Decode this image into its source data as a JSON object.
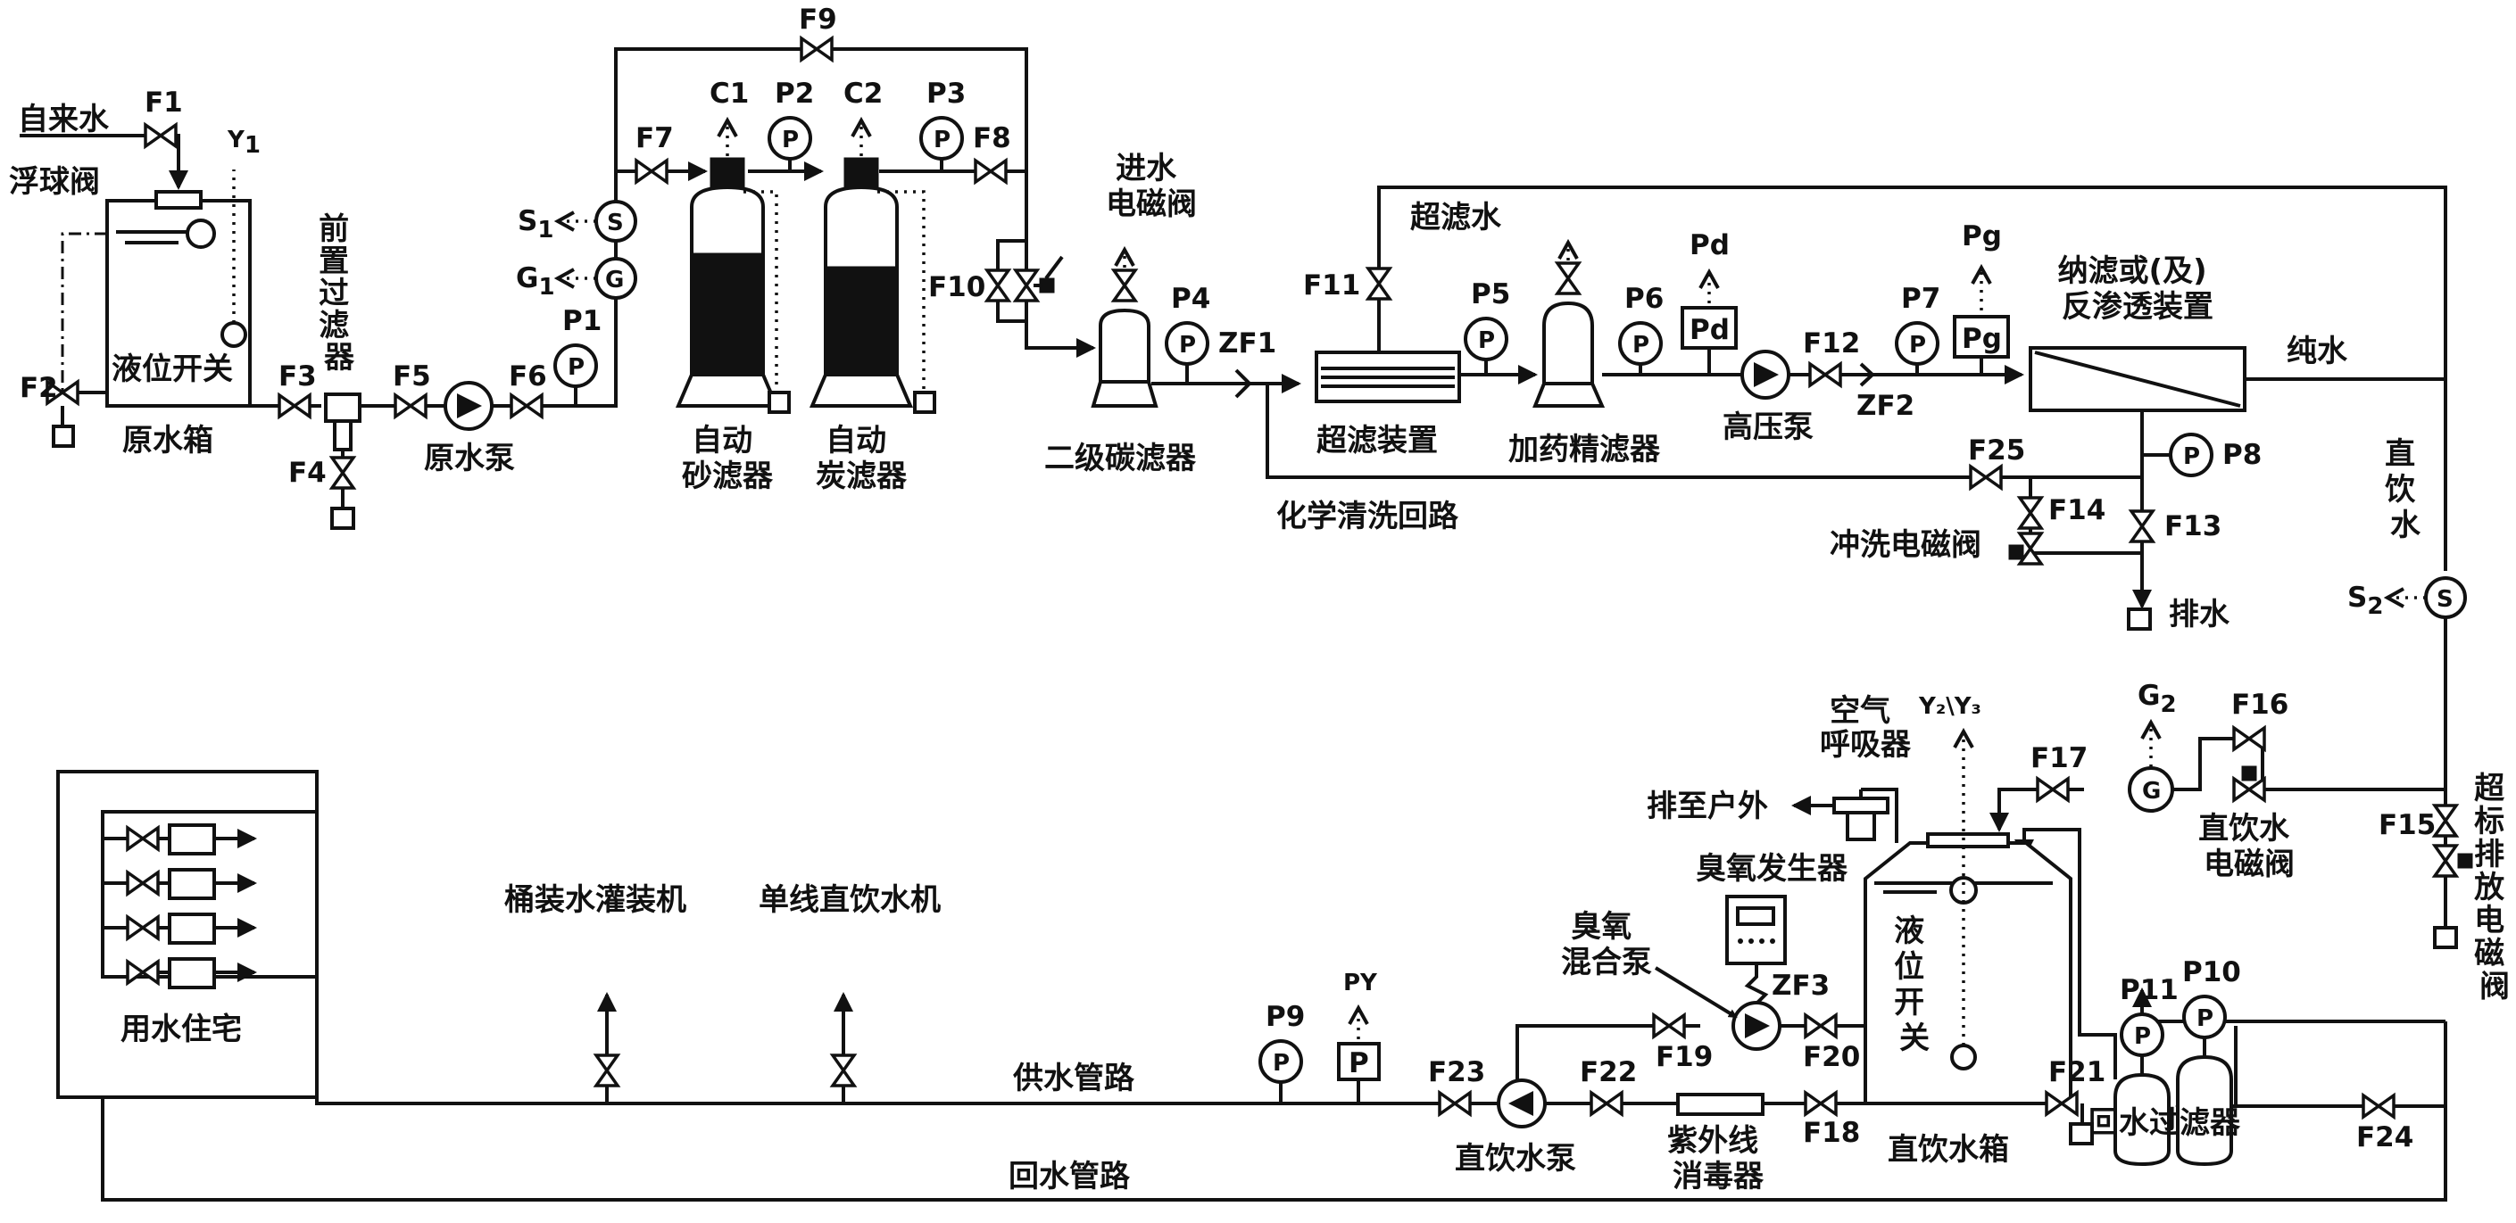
{
  "pretreatment": {
    "tap_water": "自来水",
    "float_valve": "浮球阀",
    "level_switch": "液位开关",
    "raw_tank": "原水箱",
    "prefilter": [
      "前",
      "置",
      "过",
      "滤",
      "器"
    ],
    "raw_pump": "原水泵",
    "sand_filter": [
      "自动",
      "砂滤器"
    ],
    "carbon_filter": [
      "自动",
      "炭滤器"
    ],
    "inlet_solenoid": [
      "进水",
      "电磁阀"
    ],
    "secondary_carbon": "二级碳滤器"
  },
  "membrane": {
    "uf_water": "超滤水",
    "uf_unit": "超滤装置",
    "dosing_filter": "加药精滤器",
    "hp_pump": "高压泵",
    "nf_ro": [
      "纳滤或(及)",
      "反渗透装置"
    ],
    "pure_water": "纯水",
    "chem_clean": "化学清洗回路",
    "flush_solenoid": "冲洗电磁阀",
    "drain": "排水",
    "direct_water": [
      "直",
      "饮",
      "水"
    ]
  },
  "distribution": {
    "overlimit_solenoid": [
      "超",
      "标",
      "排",
      "放",
      "电",
      "磁",
      "阀"
    ],
    "direct_solenoid": [
      "直饮水",
      "电磁阀"
    ],
    "air_breather": [
      "空气",
      "呼吸器"
    ],
    "vent_outside": "排至户外",
    "ozone_gen": "臭氧发生器",
    "ozone_pump": [
      "臭氧",
      "混合泵"
    ],
    "tank_switch": [
      "液",
      "位",
      "开",
      "关"
    ],
    "direct_tank": "直饮水箱",
    "return_filter": "回水过滤器",
    "uv": [
      "紫外线",
      "消毒器"
    ],
    "direct_pump": "直饮水泵",
    "supply_pipe": "供水管路",
    "return_pipe": "回水管路",
    "residence": "用水住宅",
    "bottling": "桶装水灌装机",
    "single_dispenser": "单线直饮水机"
  },
  "valves": {
    "F1": "F1",
    "F2": "F2",
    "F3": "F3",
    "F4": "F4",
    "F5": "F5",
    "F6": "F6",
    "F7": "F7",
    "F8": "F8",
    "F9": "F9",
    "F10": "F10",
    "F11": "F11",
    "F12": "F12",
    "F13": "F13",
    "F14": "F14",
    "F15": "F15",
    "F16": "F16",
    "F17": "F17",
    "F18": "F18",
    "F19": "F19",
    "F20": "F20",
    "F21": "F21",
    "F22": "F22",
    "F23": "F23",
    "F24": "F24",
    "F25": "F25"
  },
  "check_valves": {
    "ZF1": "ZF1",
    "ZF2": "ZF2",
    "ZF3": "ZF3"
  },
  "gauges": {
    "P1": "P1",
    "P2": "P2",
    "P3": "P3",
    "P4": "P4",
    "P5": "P5",
    "P6": "P6",
    "P7": "P7",
    "P8": "P8",
    "P9": "P9",
    "P10": "P10",
    "P11": "P11",
    "P": "P",
    "PY": "PY"
  },
  "sensors": {
    "S1": "S",
    "S1_sub": "1",
    "G1": "G",
    "G1_sub": "1",
    "S2": "S",
    "S2_sub": "2",
    "G2": "G",
    "G2_sub": "2",
    "C1": "C1",
    "C2": "C2",
    "Pd": "Pd",
    "Pg": "Pg",
    "Y1": "Y",
    "Y1_sub": "1",
    "Y23": "Y₂\\Y₃"
  }
}
